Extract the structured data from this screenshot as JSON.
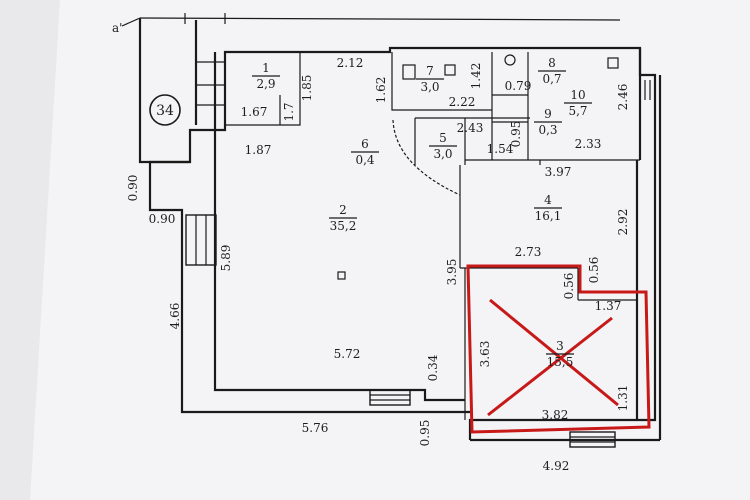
{
  "plan": {
    "axis_mark": "a'",
    "building_number": "34",
    "rooms": [
      {
        "id": "room-1",
        "number": "1",
        "area": "2,9"
      },
      {
        "id": "room-2",
        "number": "2",
        "area": "35,2"
      },
      {
        "id": "room-3",
        "number": "3",
        "area": "15,5"
      },
      {
        "id": "room-4",
        "number": "4",
        "area": "16,1"
      },
      {
        "id": "room-5",
        "number": "5",
        "area": "3,0"
      },
      {
        "id": "room-6",
        "number": "6",
        "area": "0,4"
      },
      {
        "id": "room-7",
        "number": "7",
        "area": "3,0"
      },
      {
        "id": "room-8",
        "number": "8",
        "area": "0,7"
      },
      {
        "id": "room-9",
        "number": "9",
        "area": "0,3"
      },
      {
        "id": "room-10",
        "number": "10",
        "area": "5,7"
      }
    ],
    "dimensions": [
      "2.12",
      "1.85",
      "1.67",
      "1.7",
      "1.87",
      "1.62",
      "1.42",
      "0.79",
      "2.22",
      "2.43",
      "0.95",
      "1.54",
      "2.33",
      "2.46",
      "3.97",
      "2.92",
      "0.90",
      "0.90",
      "5.89",
      "4.66",
      "3.95",
      "2.73",
      "0.56",
      "0.56",
      "1.37",
      "3.63",
      "0.34",
      "5.72",
      "1.31",
      "3.82",
      "5.76",
      "0.95",
      "4.92"
    ],
    "colors": {
      "background": "#e9e9ec",
      "paper": "#f4f4f6",
      "ink": "#1a1a1a",
      "highlight": "#c81919"
    }
  }
}
